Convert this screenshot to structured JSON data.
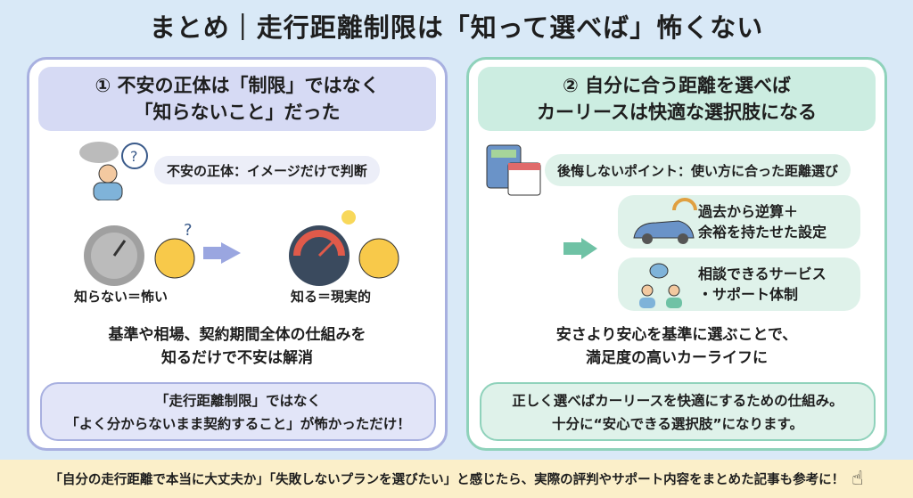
{
  "title": "まとめ｜走行距離制限は「知って選べば」怖くない",
  "left": {
    "heading": [
      "① 不安の正体は「制限」ではなく",
      "「知らないこと」だった"
    ],
    "pill": "不安の正体：イメージだけで判断",
    "before_label": "知らない＝怖い",
    "after_label": "知る＝現実的",
    "summary": [
      "基準や相場、契約期間全体の仕組みを",
      "知るだけで不安は解消"
    ],
    "bubble": [
      "「走行距離制限」ではなく",
      "「よく分からないまま契約すること」が怖かっただけ！"
    ]
  },
  "right": {
    "heading": [
      "② 自分に合う距離を選べば",
      "カーリースは快適な選択肢になる"
    ],
    "pill": "後悔しないポイント：使い方に合った距離選び",
    "points": [
      [
        "過去から逆算＋",
        "余裕を持たせた設定"
      ],
      [
        "相談できるサービス",
        "・サポート体制"
      ]
    ],
    "summary": [
      "安さより安心を基準に選ぶことで、",
      "満足度の高いカーライフに"
    ],
    "bubble": [
      "正しく選べばカーリースを快適にするための仕組み。",
      "十分に“安心できる選択肢”になります。"
    ]
  },
  "footer": "「自分の走行距離で本当に大丈夫か」「失敗しないプランを選びたい」と感じたら、実際の評判やサポート内容をまとめた記事も参考に！",
  "colors": {
    "left_accent": "#a8b0e0",
    "right_accent": "#8fd2bb",
    "footer_bg": "#fbefc9"
  }
}
